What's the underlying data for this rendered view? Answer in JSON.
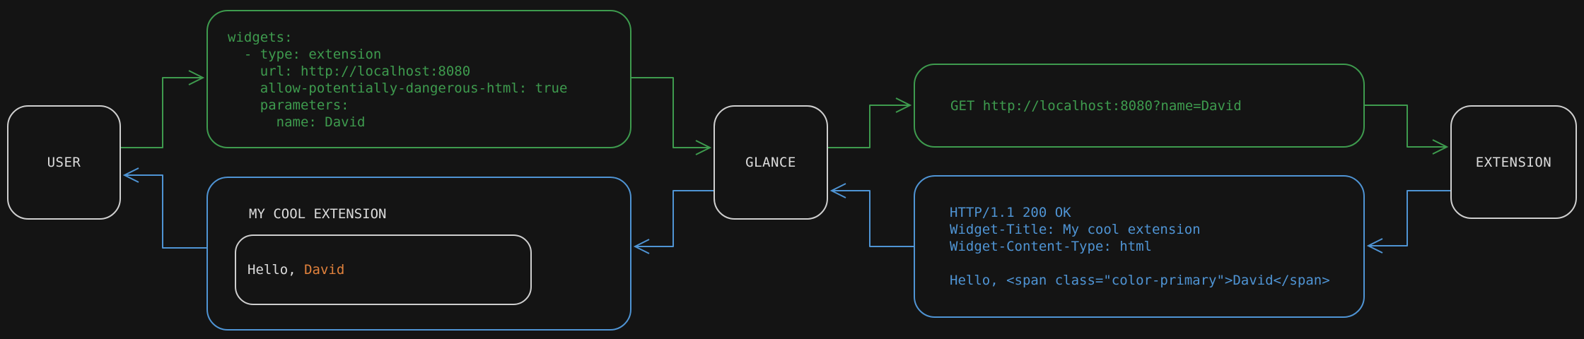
{
  "colors": {
    "green": "#3e9b4e",
    "blue": "#4f94d4",
    "orange": "#e0813c",
    "border": "#cfcfcf",
    "text": "#dcdcdc",
    "bg": "#141414"
  },
  "nodes": {
    "user": "USER",
    "glance": "GLANCE",
    "extension": "EXTENSION"
  },
  "messages": {
    "config_yaml": "widgets:\n  - type: extension\n    url: http://localhost:8080\n    allow-potentially-dangerous-html: true\n    parameters:\n      name: David",
    "request": "GET http://localhost:8080?name=David",
    "response": "HTTP/1.1 200 OK\nWidget-Title: My cool extension\nWidget-Content-Type: html\n\nHello, <span class=\"color-primary\">David</span>",
    "widget": {
      "title": "MY COOL EXTENSION",
      "greeting_prefix": "Hello, ",
      "greeting_name": "David"
    }
  }
}
